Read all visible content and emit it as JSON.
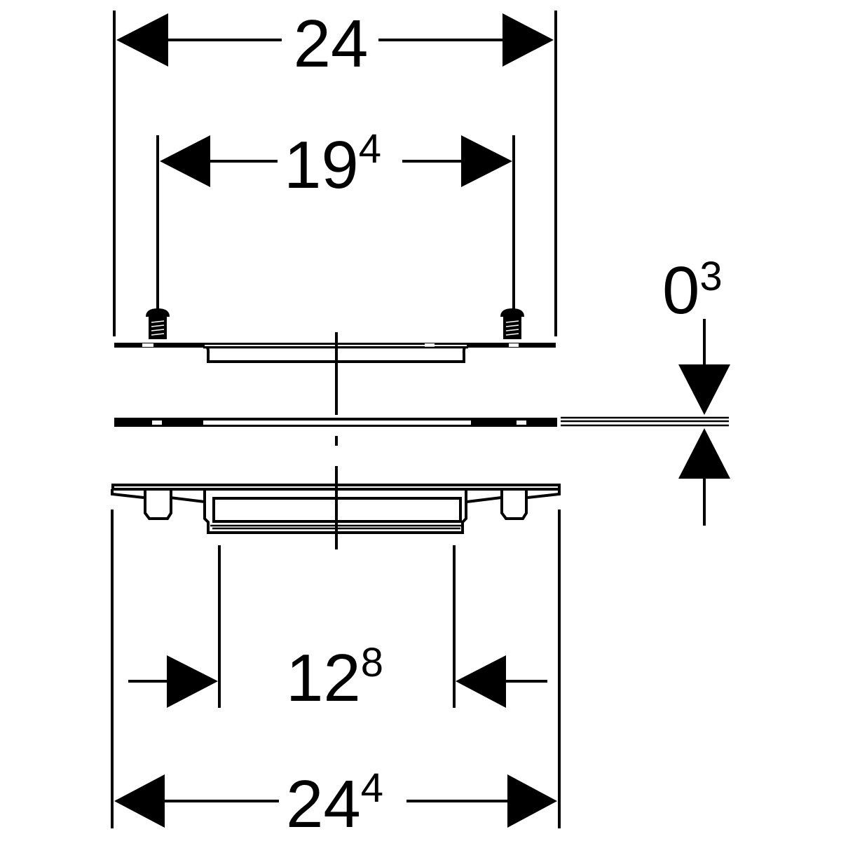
{
  "diagram": {
    "dimensions": {
      "overall_top": {
        "main": "24",
        "sup": ""
      },
      "screw_spacing": {
        "main": "19",
        "sup": "4"
      },
      "thickness": {
        "main": "0",
        "sup": "3"
      },
      "inner_width": {
        "main": "12",
        "sup": "8"
      },
      "overall_bottom": {
        "main": "24",
        "sup": "4"
      }
    },
    "colors": {
      "ink": "#000000",
      "background": "#ffffff"
    }
  }
}
